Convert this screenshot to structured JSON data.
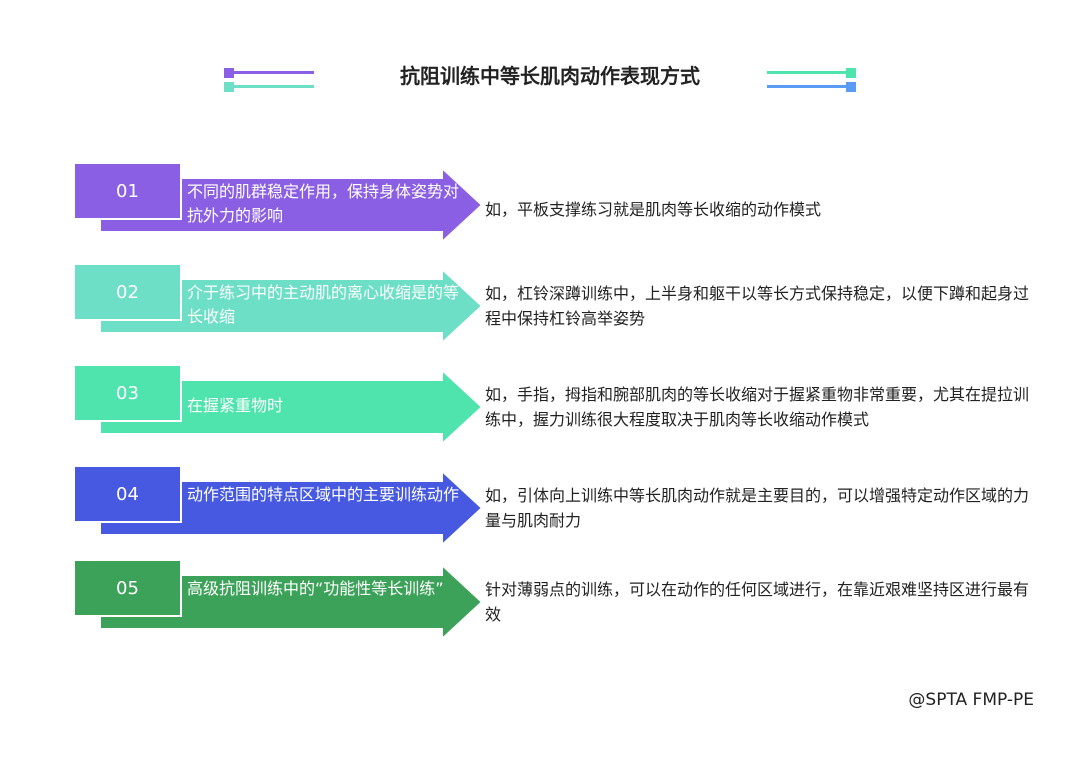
{
  "title": "抗阻训练中等长肌肉动作表现方式",
  "colors": {
    "purple": "#8b5fe3",
    "teal": "#6ddfc6",
    "green": "#4fe3ad",
    "blue": "#4659e0",
    "darkgreen": "#3da259",
    "deco_blue": "#5a9cf5"
  },
  "rows": [
    {
      "num": "01",
      "label": "不同的肌群稳定作用，保持身体姿势对抗外力的影响",
      "desc": "如，平板支撑练习就是肌肉等长收缩的动作模式",
      "color": "#8b5fe3"
    },
    {
      "num": "02",
      "label": "介于练习中的主动肌的离心收缩是的等长收缩",
      "desc": "如，杠铃深蹲训练中，上半身和躯干以等长方式保持稳定，以便下蹲和起身过程中保持杠铃高举姿势",
      "color": "#6ddfc6"
    },
    {
      "num": "03",
      "label": "在握紧重物时",
      "desc": "如，手指，拇指和腕部肌肉的等长收缩对于握紧重物非常重要，尤其在提拉训练中，握力训练很大程度取决于肌肉等长收缩动作模式",
      "color": "#4fe3ad"
    },
    {
      "num": "04",
      "label": "动作范围的特点区域中的主要训练动作",
      "desc": "如，引体向上训练中等长肌肉动作就是主要目的，可以增强特定动作区域的力量与肌肉耐力",
      "color": "#4659e0"
    },
    {
      "num": "05",
      "label": "高级抗阻训练中的“功能性等长训练”",
      "desc": "针对薄弱点的训练，可以在动作的任何区域进行，在靠近艰难坚持区进行最有效",
      "color": "#3da259"
    }
  ],
  "credit": "@SPTA FMP-PE"
}
